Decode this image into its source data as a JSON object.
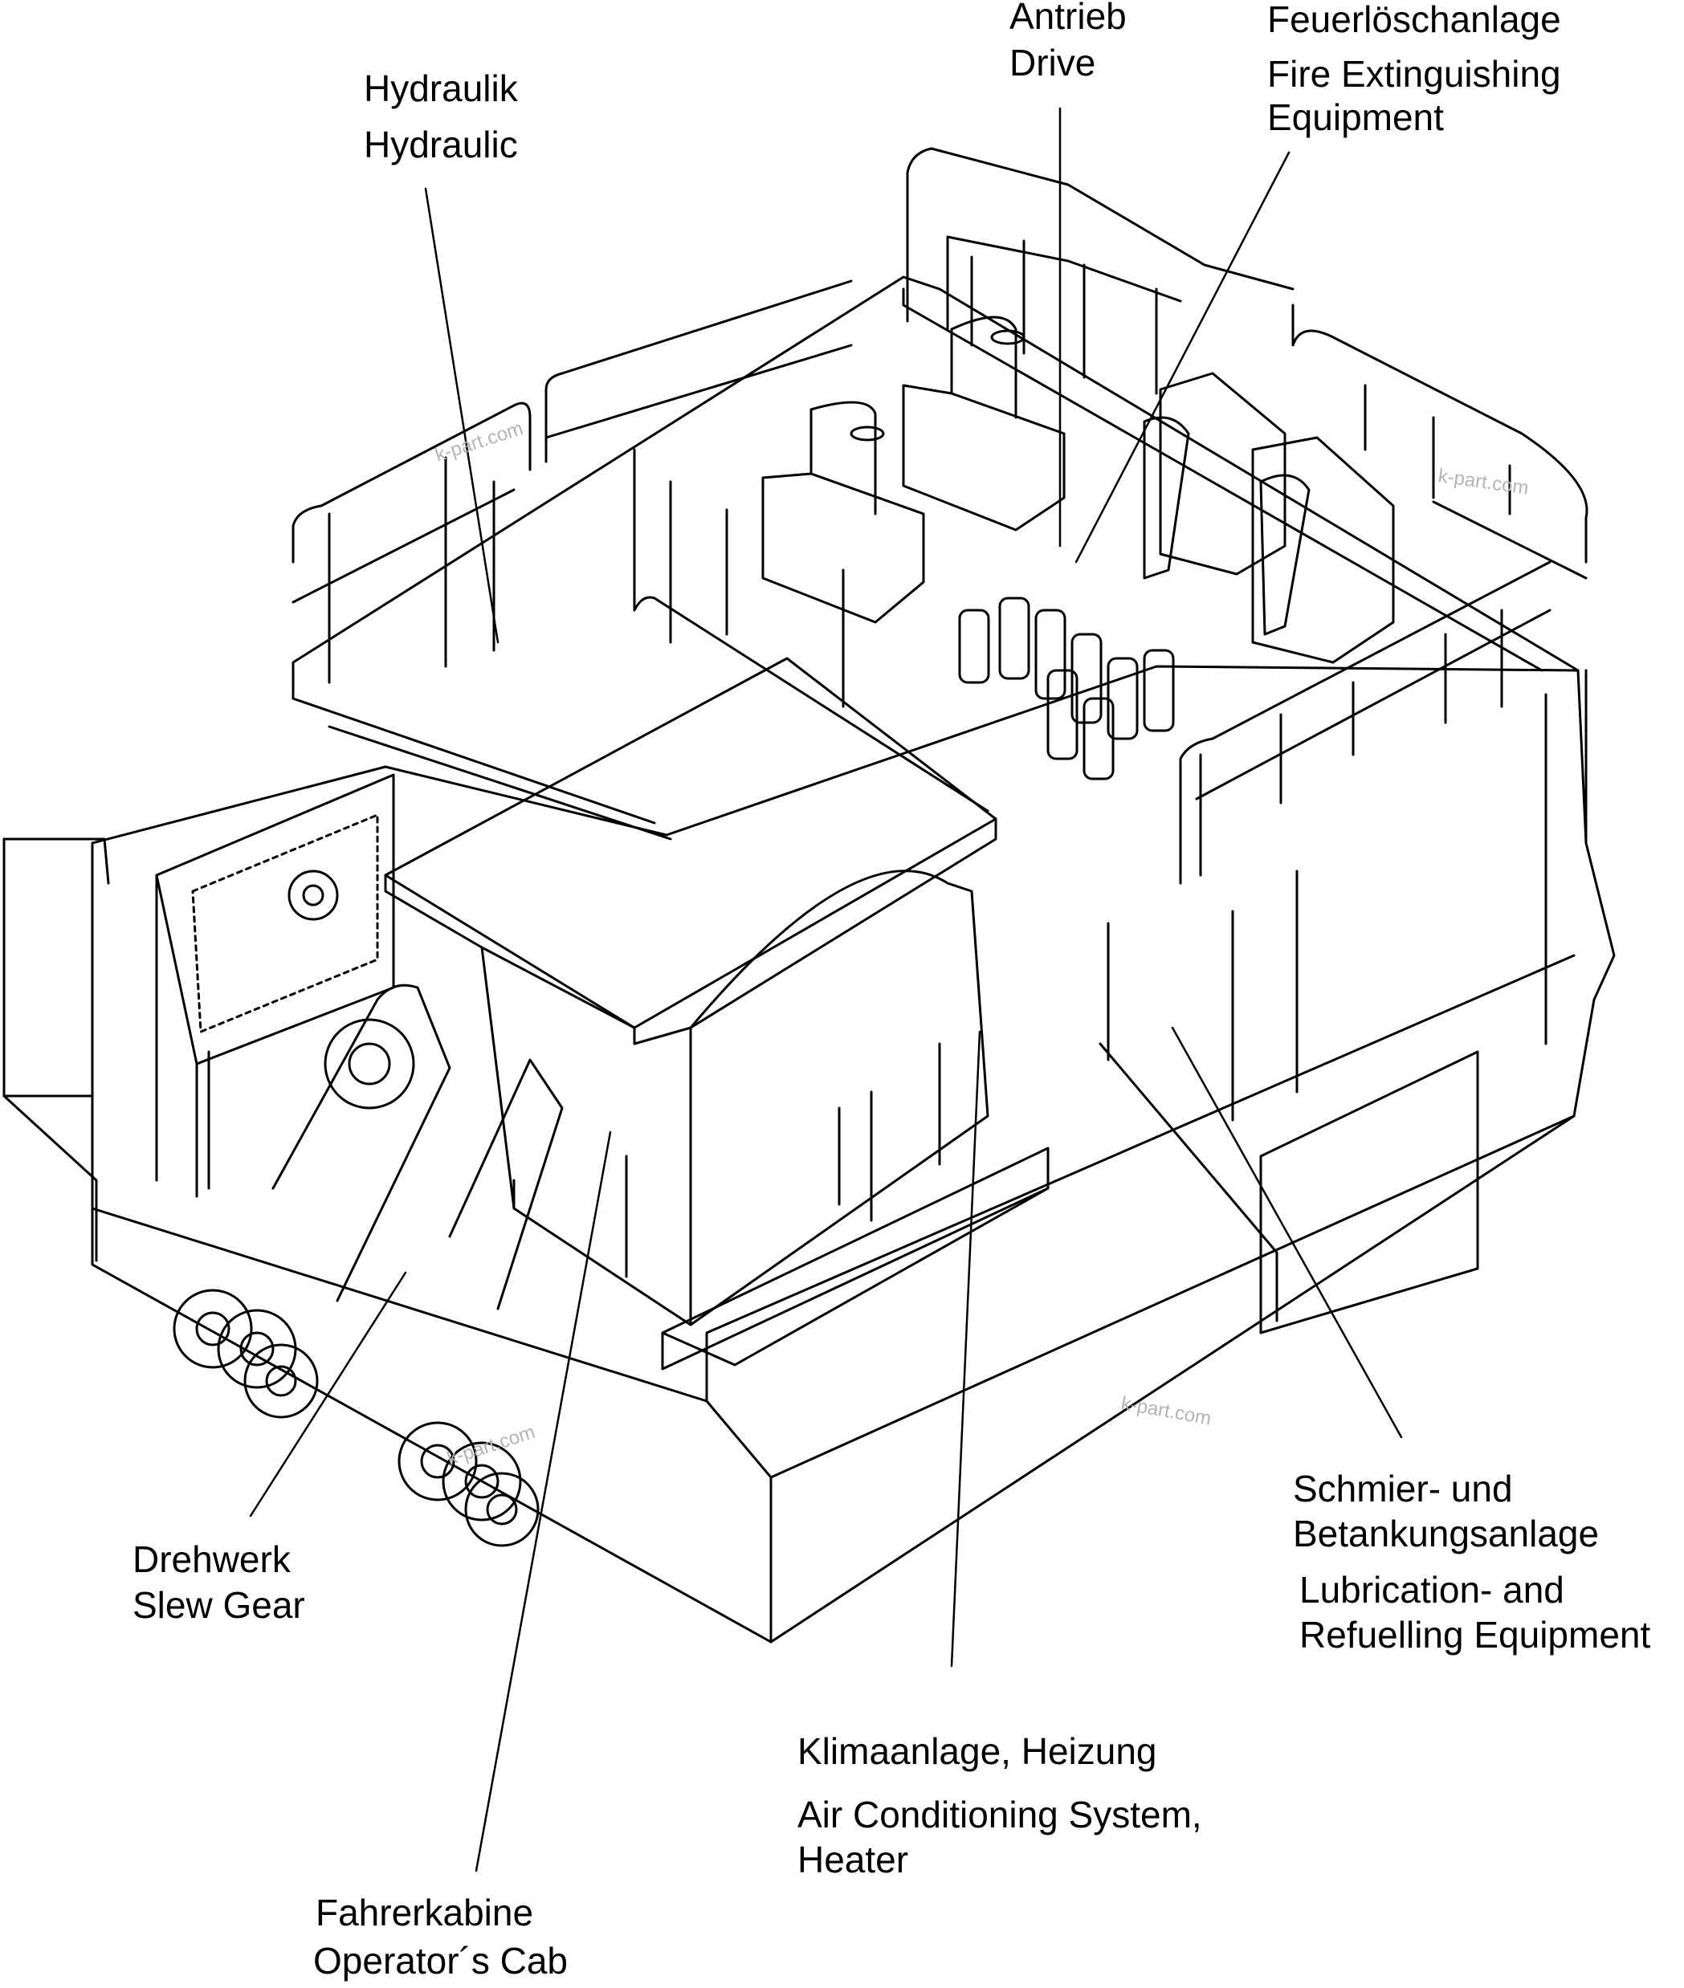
{
  "labels": {
    "drive": {
      "de": "Antrieb",
      "en": "Drive"
    },
    "fire": {
      "de": "Feuerlöschanlage",
      "en1": "Fire Extinguishing",
      "en2": "Equipment"
    },
    "hydraulic": {
      "de": "Hydraulik",
      "en": "Hydraulic"
    },
    "slew": {
      "de": "Drehwerk",
      "en": "Slew Gear"
    },
    "lube": {
      "de1": "Schmier- und",
      "de2": "Betankungsanlage",
      "en1": "Lubrication- and",
      "en2": "Refuelling Equipment"
    },
    "climate": {
      "de": "Klimaanlage, Heizung",
      "en1": "Air Conditioning System,",
      "en2": "Heater"
    },
    "cab": {
      "de": "Fahrerkabine",
      "en": "Operator´s Cab"
    }
  },
  "watermark": "k-part.com"
}
